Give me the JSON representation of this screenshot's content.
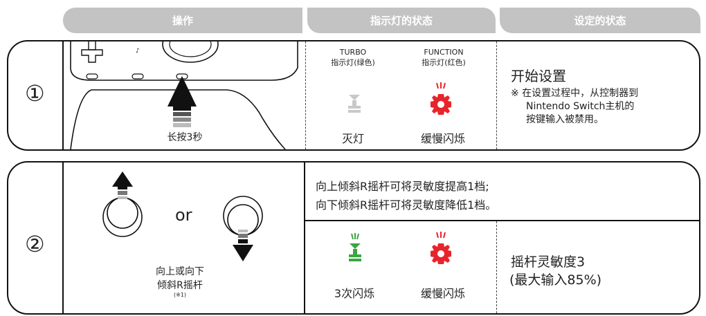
{
  "headers": [
    "操作",
    "指示灯的状态",
    "设定的状态"
  ],
  "row1": {
    "number": "①",
    "press_label": "长按3秒",
    "turbo_title": "TURBO",
    "turbo_sub": "指示灯(绿色)",
    "function_title": "FUNCTION",
    "function_sub": "指示灯(红色)",
    "turbo_state": "灭灯",
    "function_state": "缓慢闪烁",
    "setting_title": "开始设置",
    "note_line1": "※ 在设置过程中，从控制器到",
    "note_line2": "Nintendo Switch主机的",
    "note_line3": "按键输入被禁用。"
  },
  "row2": {
    "number": "②",
    "or_label": "or",
    "tilt_line1": "向上或向下",
    "tilt_line2": "倾斜R摇杆",
    "tilt_note": "(※1)",
    "desc_line1": "向上倾斜R摇杆可将灵敏度提高1档;",
    "desc_line2": "向下倾斜R摇杆可将灵敏度降低1档。",
    "turbo_state": "3次闪烁",
    "function_state": "缓慢闪烁",
    "setting_line1": "摇杆灵敏度3",
    "setting_line2": "(最大输入85%)"
  },
  "colors": {
    "green": "#3aa641",
    "red": "#e8242b",
    "grey": "#c8c8c8",
    "header": "#c3c3c3"
  },
  "icons": [
    "arrow-up-icon",
    "turbo-led-icon",
    "function-gear-icon",
    "joystick-icon"
  ]
}
